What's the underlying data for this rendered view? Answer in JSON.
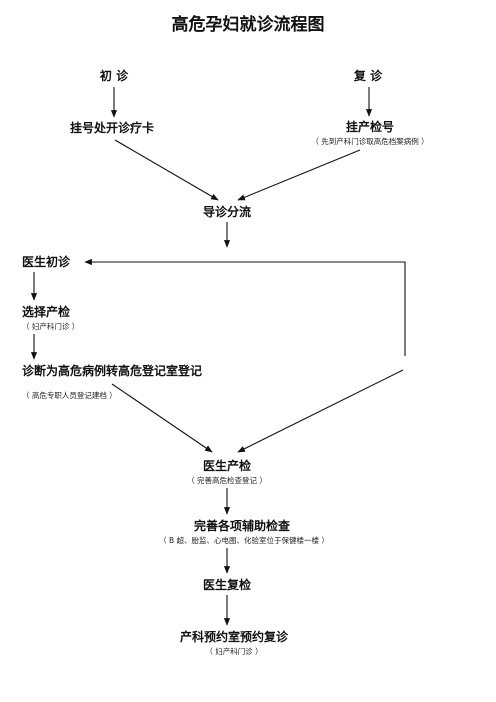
{
  "title": "高危孕妇就诊流程图",
  "nodes": {
    "first_visit": "初 诊",
    "return_visit": "复 诊",
    "register_card": "挂号处开诊疗卡",
    "obstetric_register": "挂产检号",
    "obstetric_register_note": "（ 先到产科门诊取高危档案病例 ）",
    "triage": "导诊分流",
    "doctor_first": "医生初诊",
    "choose_checkup": "选择产检",
    "choose_checkup_note": "（ 妇产科门诊 ）",
    "diagnosis_transfer": "诊断为高危病例转高危登记室登记",
    "diagnosis_transfer_note": "（ 高危专职人员登记建档 ）",
    "doctor_checkup": "医生产检",
    "doctor_checkup_note": "（ 完善高危检查登记 ）",
    "aux_exams": "完善各项辅助检查",
    "aux_exams_note": "（ B 超、胎监、心电图、化验室位于保健楼一楼 ）",
    "doctor_recheck": "医生复检",
    "appointment": "产科预约室预约复诊",
    "appointment_note": "（ 妇产科门诊 ）"
  }
}
